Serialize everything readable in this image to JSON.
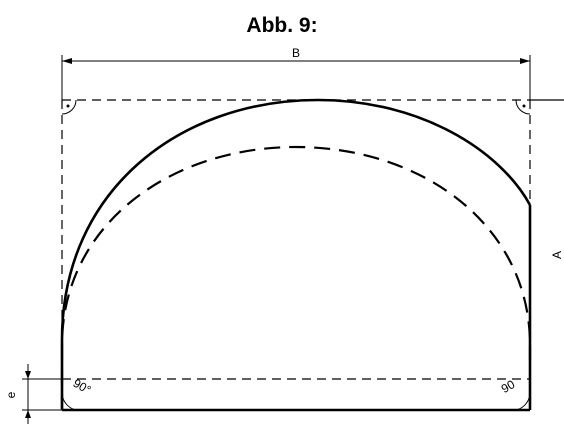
{
  "title": "Abb. 9:",
  "dimensions": {
    "width_label": "B",
    "height_label": "A",
    "offset_label": "e"
  },
  "angles": {
    "bottom_left": "90°",
    "bottom_right": "90"
  },
  "colors": {
    "line": "#000000",
    "background": "#ffffff"
  }
}
